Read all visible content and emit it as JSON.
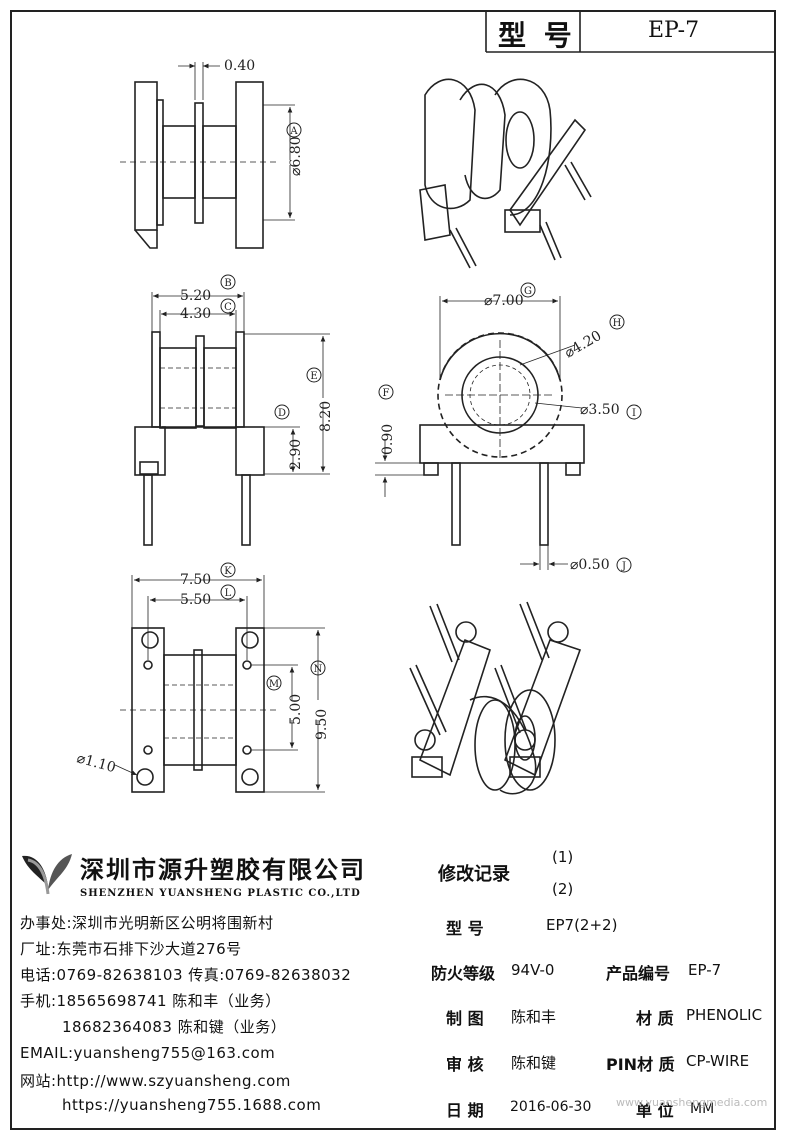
{
  "header": {
    "model_label": "型 号",
    "model_value": "EP-7"
  },
  "dimensions": {
    "d040": "0.40",
    "d680": "⌀6.80",
    "d520": "5.20",
    "d430": "4.30",
    "d820": "8.20",
    "d290": "2.90",
    "d700": "⌀7.00",
    "d420": "⌀4.20",
    "d350": "⌀3.50",
    "d090": "0.90",
    "d050": "⌀0.50",
    "d750": "7.50",
    "d550": "5.50",
    "d500": "5.00",
    "d950": "9.50",
    "d110": "⌀1.10"
  },
  "markers": {
    "A": "A",
    "B": "B",
    "C": "C",
    "D": "D",
    "E": "E",
    "F": "F",
    "G": "G",
    "H": "H",
    "I": "I",
    "J": "J",
    "K": "K",
    "L": "L",
    "M": "M",
    "N": "N"
  },
  "company": {
    "name_cn": "深圳市源升塑胶有限公司",
    "name_en": "SHENZHEN YUANSHENG PLASTIC CO.,LTD",
    "office": "办事处:深圳市光明新区公明将围新村",
    "factory": "厂址:东莞市石排下沙大道276号",
    "phone": "电话:0769-82638103 传真:0769-82638032",
    "mobile1": "手机:18565698741 陈和丰（业务）",
    "mobile2": "18682364083 陈和键（业务）",
    "email": "EMAIL:yuansheng755@163.com",
    "web1": "网站:http://www.szyuansheng.com",
    "web2": "https://yuansheng755.1688.com"
  },
  "titleblock": {
    "revision_label": "修改记录",
    "rev1": "(1)",
    "rev2": "(2)",
    "model_label": "型 号",
    "model_value": "EP7(2+2)",
    "fire_label": "防火等级",
    "fire_value": "94V-0",
    "product_no_label": "产品编号",
    "product_no_value": "EP-7",
    "drawn_label": "制 图",
    "drawn_value": "陈和丰",
    "material_label": "材 质",
    "material_value": "PHENOLIC",
    "review_label": "审 核",
    "review_value": "陈和键",
    "pin_material_label": "PIN材 质",
    "pin_material_value": "CP-WIRE",
    "date_label": "日 期",
    "date_value": "2016-06-30",
    "unit_label": "单 位",
    "unit_value": "MM"
  },
  "watermark": "www.yuanshengmedia.com"
}
